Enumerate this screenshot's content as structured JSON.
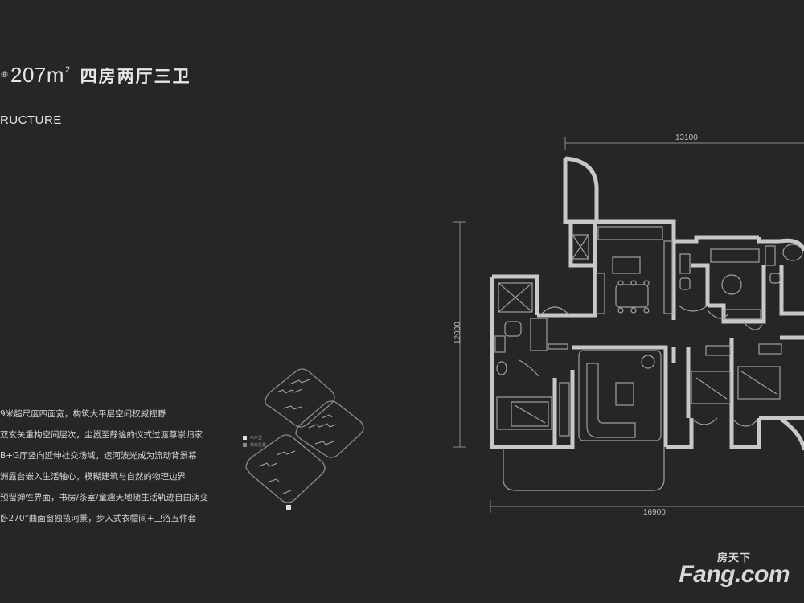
{
  "title": {
    "mark": "®",
    "area": "207m",
    "area_sup": "2",
    "rooms": "四房两厅三卫"
  },
  "subtitle": "RUCTURE",
  "features": [
    "9米超尺度四面宽，构筑大平层空间权威视野",
    "双玄关重构空间层次，尘嚣至静谧的仪式过渡尊崇归家",
    "B+G厅竖向延伸社交场域，运河波光成为流动背景幕",
    "洲露台嵌入生活轴心，模糊建筑与自然的物理边界",
    "预留弹性界面，书房/茶室/童趣天地随生活轨迹自由演变",
    "卧270°曲面窗独揽河景，步入式衣帽间+卫浴五件套"
  ],
  "dimensions": {
    "top": "13100",
    "left": "12000",
    "bottom": "16900"
  },
  "legend": [
    {
      "text": "本户型",
      "color": "#e0e0e0"
    },
    {
      "text": "楼栋位置",
      "color": "#8a8a8a"
    }
  ],
  "watermark": {
    "cn": "房天下",
    "en": "Fang.com"
  },
  "colors": {
    "background": "#262626",
    "wall": "#c8c8c8",
    "line": "#6a6a6a"
  }
}
